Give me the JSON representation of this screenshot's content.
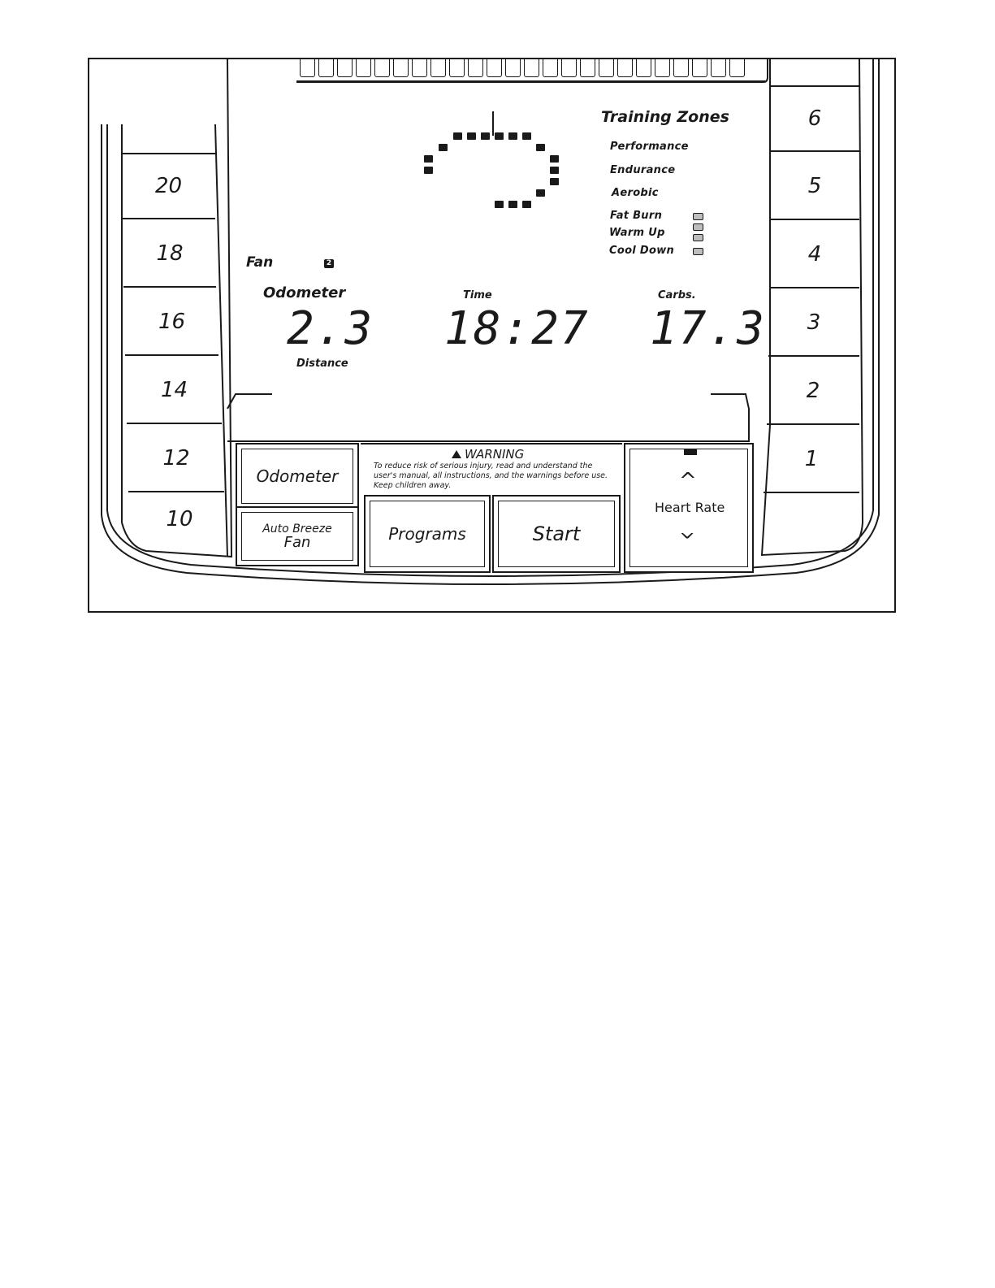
{
  "console": {
    "left_keys": [
      "20",
      "18",
      "16",
      "14",
      "12",
      "10"
    ],
    "right_keys": [
      "6",
      "5",
      "4",
      "3",
      "2",
      "1",
      ""
    ],
    "fan": {
      "label": "Fan",
      "indicator": "2"
    },
    "training_zones": {
      "title": "Training Zones",
      "zones": [
        "Performance",
        "Endurance",
        "Aerobic",
        "Fat Burn",
        "Warm Up",
        "Cool Down"
      ]
    },
    "displays": {
      "left": {
        "top_label": "Odometer",
        "value": "2.3",
        "bottom_label": "Distance"
      },
      "center": {
        "top_label": "Time",
        "value": "18:27"
      },
      "right": {
        "top_label": "Carbs.",
        "value": "17.3"
      }
    },
    "warning": {
      "title": "WARNING",
      "text_line1": "To reduce risk of serious injury, read and understand the",
      "text_line2": "user's manual, all instructions, and the warnings before use.",
      "text_line3": "Keep children away."
    },
    "buttons": {
      "odometer": "Odometer",
      "auto_breeze_line1": "Auto Breeze",
      "auto_breeze_line2": "Fan",
      "programs": "Programs",
      "start": "Start",
      "heart_rate": "Heart Rate"
    }
  }
}
